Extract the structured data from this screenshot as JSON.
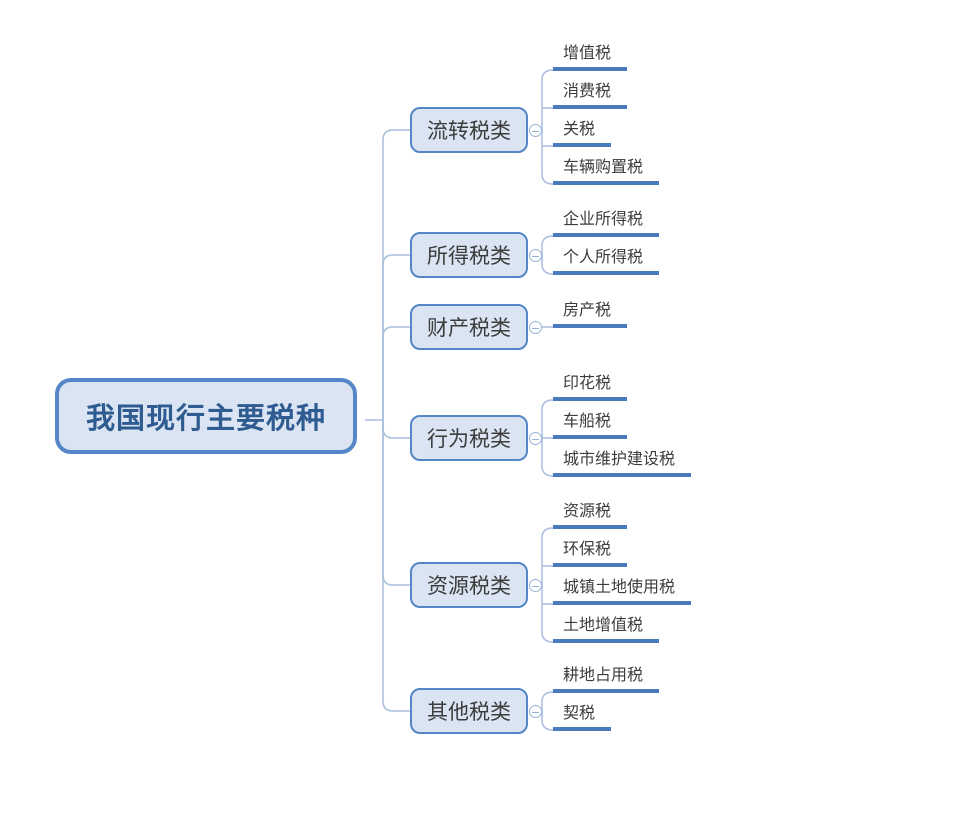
{
  "title": "我国现行主要税种",
  "icons": {
    "collapse_icon": "minus-in-circle"
  },
  "colors": {
    "node_fill": "#dae4f2",
    "node_border": "#5586c8",
    "root_text": "#2e5c90",
    "topic_text": "#3c3c3c",
    "leaf_underline": "#4a7cbd",
    "connector_line": "#a8bedf",
    "toggle_stroke": "#95b3d7",
    "background": "#ffffff"
  },
  "tree": {
    "root": "我国现行主要税种",
    "branches": [
      {
        "label": "流转税类",
        "children": [
          "增值税",
          "消费税",
          "关税",
          "车辆购置税"
        ]
      },
      {
        "label": "所得税类",
        "children": [
          "企业所得税",
          "个人所得税"
        ]
      },
      {
        "label": "财产税类",
        "children": [
          "房产税"
        ]
      },
      {
        "label": "行为税类",
        "children": [
          "印花税",
          "车船税",
          "城市维护建设税"
        ]
      },
      {
        "label": "资源税类",
        "children": [
          "资源税",
          "环保税",
          "城镇土地使用税",
          "土地增值税"
        ]
      },
      {
        "label": "其他税类",
        "children": [
          "耕地占用税",
          "契税"
        ]
      }
    ]
  }
}
